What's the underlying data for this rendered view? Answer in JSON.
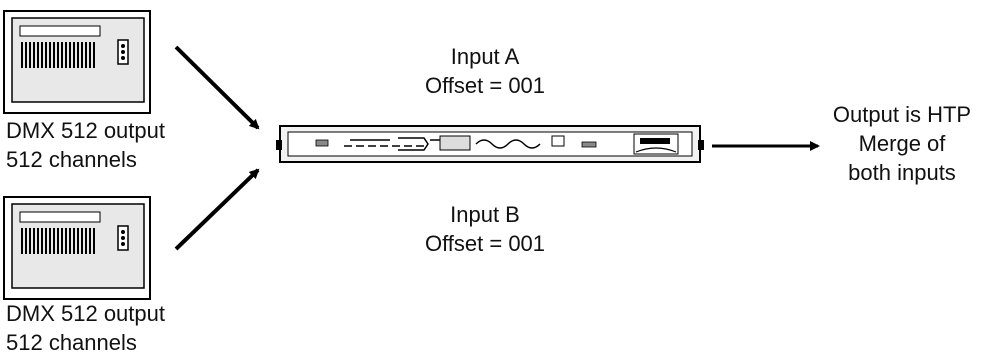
{
  "source_top": {
    "label_line1": "DMX 512 output",
    "label_line2": "512 channels",
    "icon": "lighting-console-icon"
  },
  "source_bottom": {
    "label_line1": "DMX 512 output",
    "label_line2": "512 channels",
    "icon": "lighting-console-icon"
  },
  "merger": {
    "icon": "rack-merger-unit-icon",
    "input_a_line1": "Input A",
    "input_a_line2": "Offset = 001",
    "input_b_line1": "Input B",
    "input_b_line2": "Offset = 001"
  },
  "output": {
    "line1": "Output is HTP",
    "line2": "Merge of",
    "line3": "both inputs"
  },
  "arrow_color": "#000000"
}
